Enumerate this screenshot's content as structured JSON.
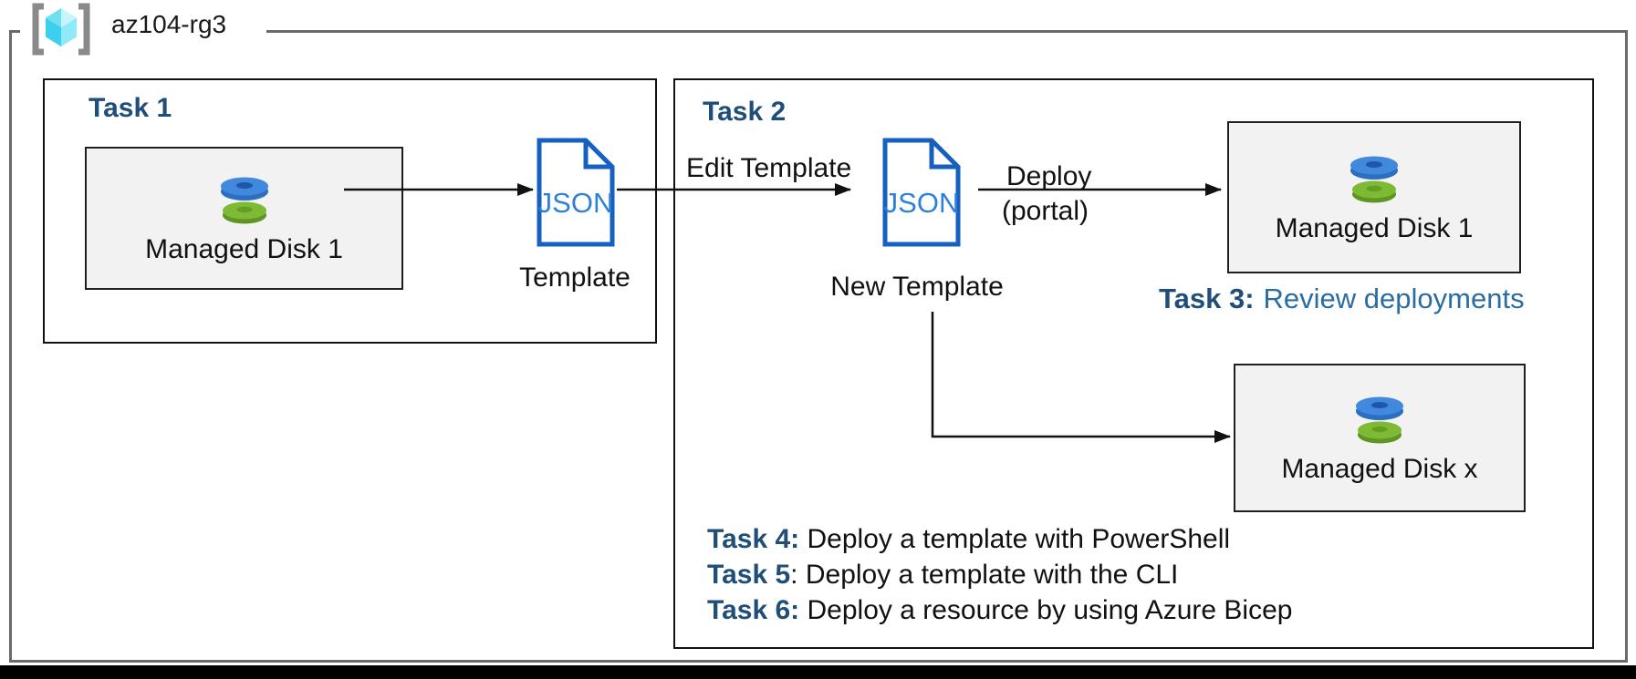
{
  "resource_group": {
    "name": "az104-rg3"
  },
  "task1": {
    "title": "Task 1",
    "managed_disk_label": "Managed Disk 1",
    "json_file_label": "JSON",
    "template_caption": "Template"
  },
  "task2": {
    "title": "Task 2",
    "edit_template_arrow_label": "Edit Template",
    "json_file_label": "JSON",
    "new_template_caption": "New Template",
    "deploy_arrow_label_line1": "Deploy",
    "deploy_arrow_label_line2": "(portal)",
    "managed_disk_1_label": "Managed Disk 1",
    "managed_disk_x_label": "Managed Disk x",
    "task3_prefix": "Task 3:",
    "task3_text": "Review deployments",
    "task_list": [
      {
        "prefix": "Task 4:",
        "text": " Deploy a template with PowerShell"
      },
      {
        "prefix": "Task 5",
        "text": ": Deploy a template with the CLI"
      },
      {
        "prefix": "Task 6:",
        "text": " Deploy a resource by using Azure Bicep"
      }
    ]
  },
  "colors": {
    "task_title_blue": "#1F4E79",
    "review_text_blue": "#2A6DA0",
    "json_icon_border_blue": "#1660C0",
    "json_icon_text_blue": "#2E7FD9",
    "disk_blue": "#4189DC",
    "disk_green": "#7EBA33",
    "card_fill_gray": "#F2F2F2",
    "outer_border_gray": "#6A6A6A",
    "bottom_bar_black": "#000000"
  }
}
